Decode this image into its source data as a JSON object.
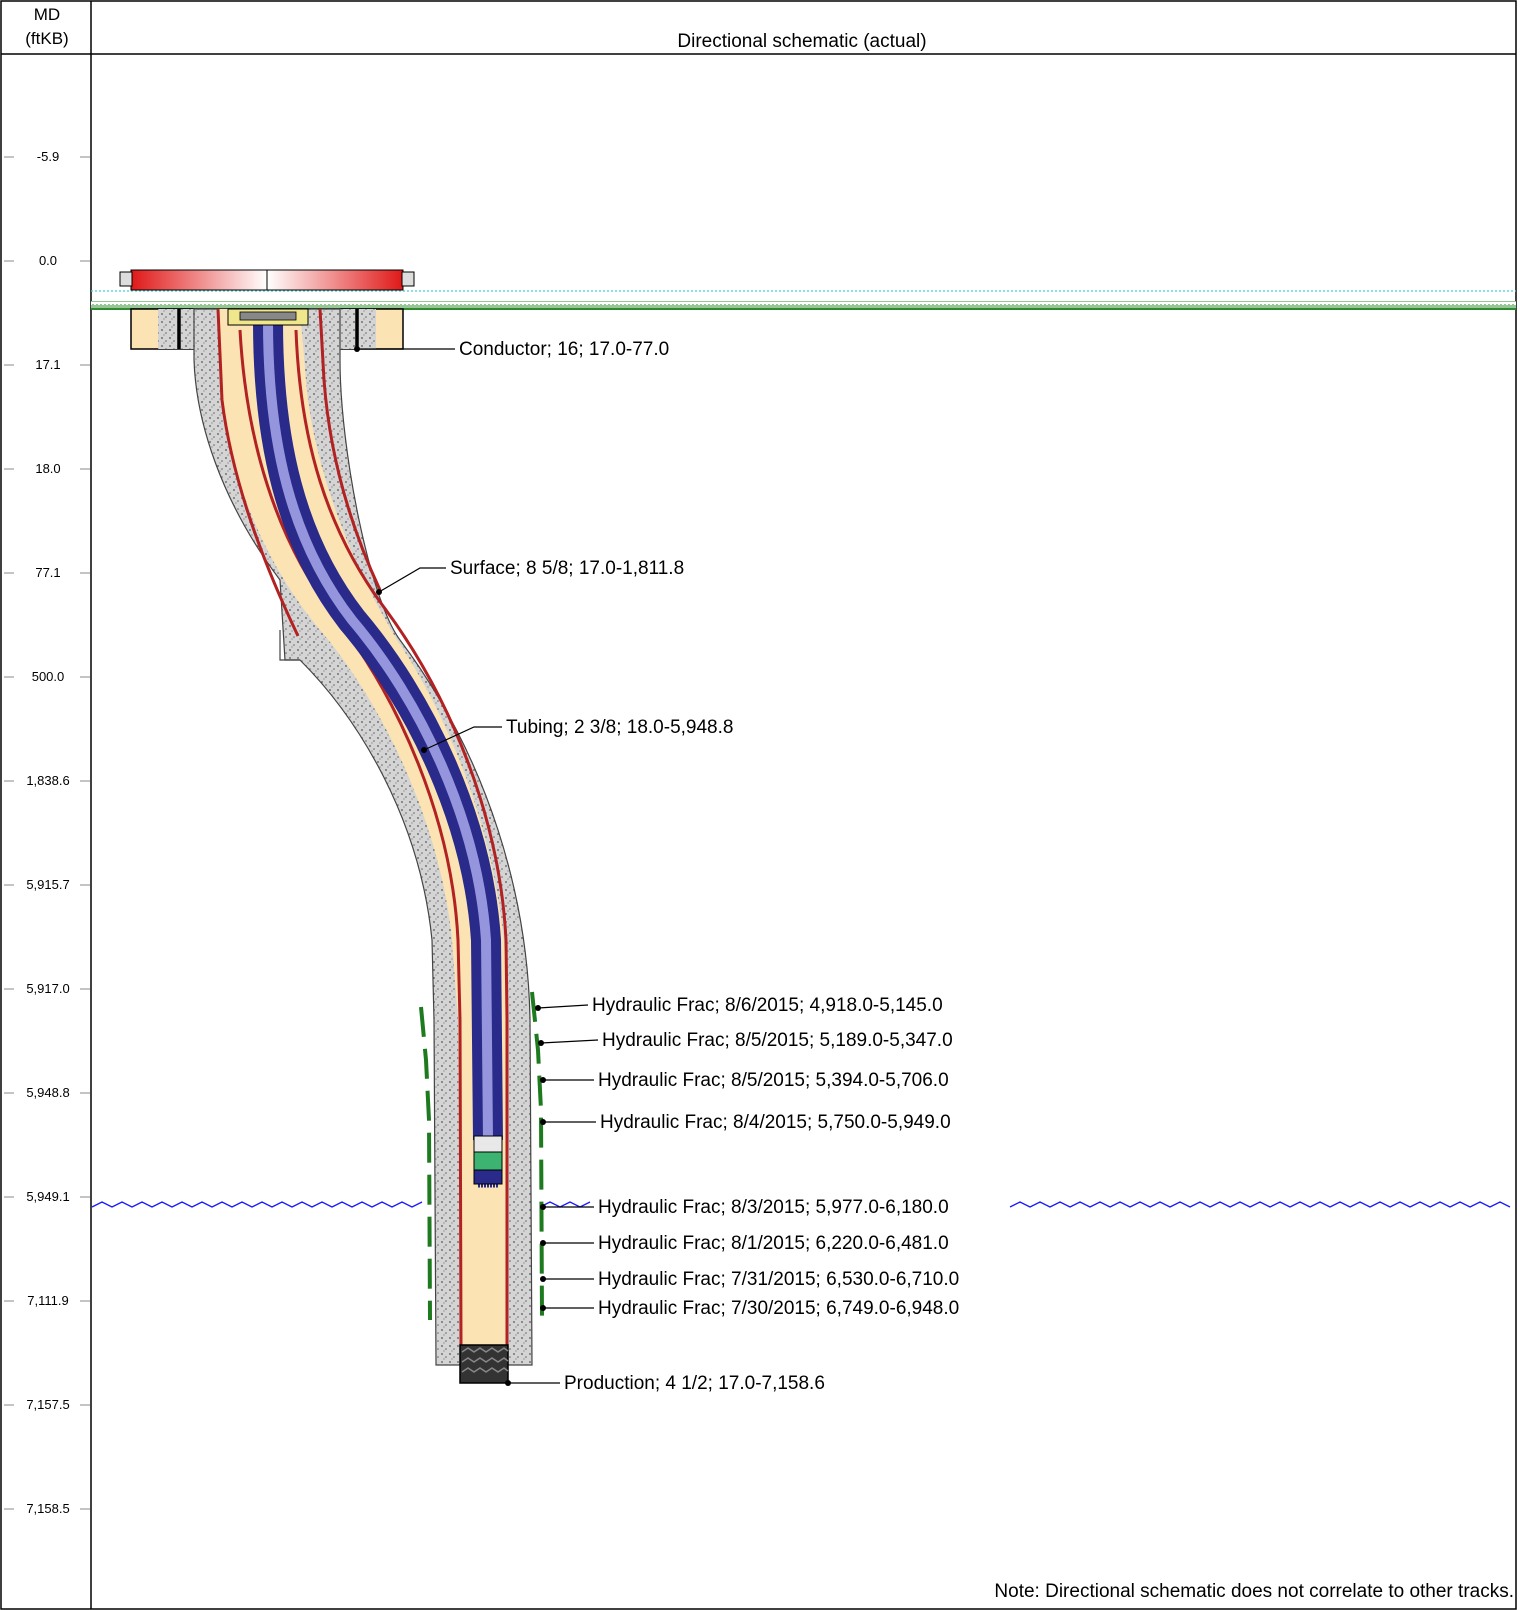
{
  "header": {
    "md_label_line1": "MD",
    "md_label_line2": "(ftKB)",
    "title": "Directional schematic (actual)"
  },
  "depth_ticks": [
    "-5.9",
    "0.0",
    "17.1",
    "18.0",
    "77.1",
    "500.0",
    "1,838.6",
    "5,915.7",
    "5,917.0",
    "5,948.8",
    "5,949.1",
    "7,111.9",
    "7,157.5",
    "7,158.5"
  ],
  "labels": {
    "conductor": "Conductor; 16; 17.0-77.0",
    "surface": "Surface; 8 5/8; 17.0-1,811.8",
    "tubing": "Tubing; 2 3/8; 18.0-5,948.8",
    "production": "Production; 4 1/2; 17.0-7,158.6",
    "fracs": [
      "Hydraulic Frac; 8/6/2015; 4,918.0-5,145.0",
      "Hydraulic Frac; 8/5/2015; 5,189.0-5,347.0",
      "Hydraulic Frac; 8/5/2015; 5,394.0-5,706.0",
      "Hydraulic Frac; 8/4/2015; 5,750.0-5,949.0",
      "Hydraulic Frac; 8/3/2015; 5,977.0-6,180.0",
      "Hydraulic Frac; 8/1/2015; 6,220.0-6,481.0",
      "Hydraulic Frac; 7/31/2015; 6,530.0-6,710.0",
      "Hydraulic Frac; 7/30/2015; 6,749.0-6,948.0"
    ]
  },
  "note": "Note: Directional schematic does not correlate to other tracks.",
  "colors": {
    "cement": "#cfcfcf",
    "annulus": "#fbe3b3",
    "tubing": "#3a3aa0",
    "casing": "#b22222",
    "ground": "#2e8b2e",
    "water": "#1a1aff",
    "frac": "#1e7a1e",
    "wellhead": "#e01818"
  }
}
